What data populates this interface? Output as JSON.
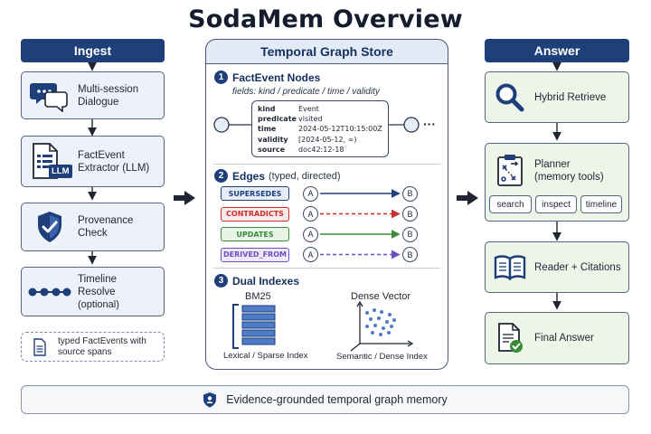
{
  "title": "SodaMem Overview",
  "columns": {
    "ingest": "Ingest",
    "store": "Temporal Graph Store",
    "answer": "Answer"
  },
  "ingest": {
    "steps": [
      {
        "label": "Multi-session Dialogue"
      },
      {
        "label": "FactEvent Extractor (LLM)",
        "badge": "LLM"
      },
      {
        "label": "Provenance Check"
      },
      {
        "label": "Timeline Resolve",
        "note": "(optional)"
      }
    ],
    "legend": "typed FactEvents with source spans"
  },
  "store": {
    "section1": {
      "num": "1",
      "title": "FactEvent Nodes",
      "fields": "fields: kind / predicate / time / validity",
      "record": [
        {
          "key": "kind",
          "value": "Event"
        },
        {
          "key": "predicate",
          "value": "visited"
        },
        {
          "key": "time",
          "value": "2024-05-12T10:15:00Z"
        },
        {
          "key": "validity",
          "value": "[2024-05-12,  ∞)"
        },
        {
          "key": "source",
          "value": "doc42:12-18"
        }
      ],
      "ellipsis": "···"
    },
    "section2": {
      "num": "2",
      "title": "Edges",
      "subtitle": "(typed, directed)",
      "edges": [
        {
          "label": "SUPERSEDES",
          "from": "A",
          "to": "B",
          "color": "#1e3f7a",
          "bg": "#e6edf8",
          "dashed": false
        },
        {
          "label": "CONTRADICTS",
          "from": "A",
          "to": "B",
          "color": "#c8302e",
          "bg": "#fbeaea",
          "dashed": true
        },
        {
          "label": "UPDATES",
          "from": "A",
          "to": "B",
          "color": "#3a8a3a",
          "bg": "#e8f4e6",
          "dashed": false
        },
        {
          "label": "DERIVED_FROM",
          "from": "A",
          "to": "B",
          "color": "#6b4fc2",
          "bg": "#efeafa",
          "dashed": true
        }
      ]
    },
    "section3": {
      "num": "3",
      "title": "Dual Indexes",
      "bm25": "BM25",
      "bm25_caption": "Lexical / Sparse Index",
      "dense": "Dense Vector",
      "dense_caption": "Semantic / Dense Index"
    }
  },
  "answer": {
    "retrieve": "Hybrid Retrieve",
    "planner": "Planner",
    "planner_sub": "(memory tools)",
    "tools": [
      "search",
      "inspect",
      "timeline"
    ],
    "reader": "Reader + Citations",
    "final": "Final Answer"
  },
  "footer": "Evidence-grounded temporal graph memory",
  "colors": {
    "navy": "#1e3f7a",
    "ingest_bg": "#edf1f8",
    "answer_bg": "#edf5e9"
  }
}
